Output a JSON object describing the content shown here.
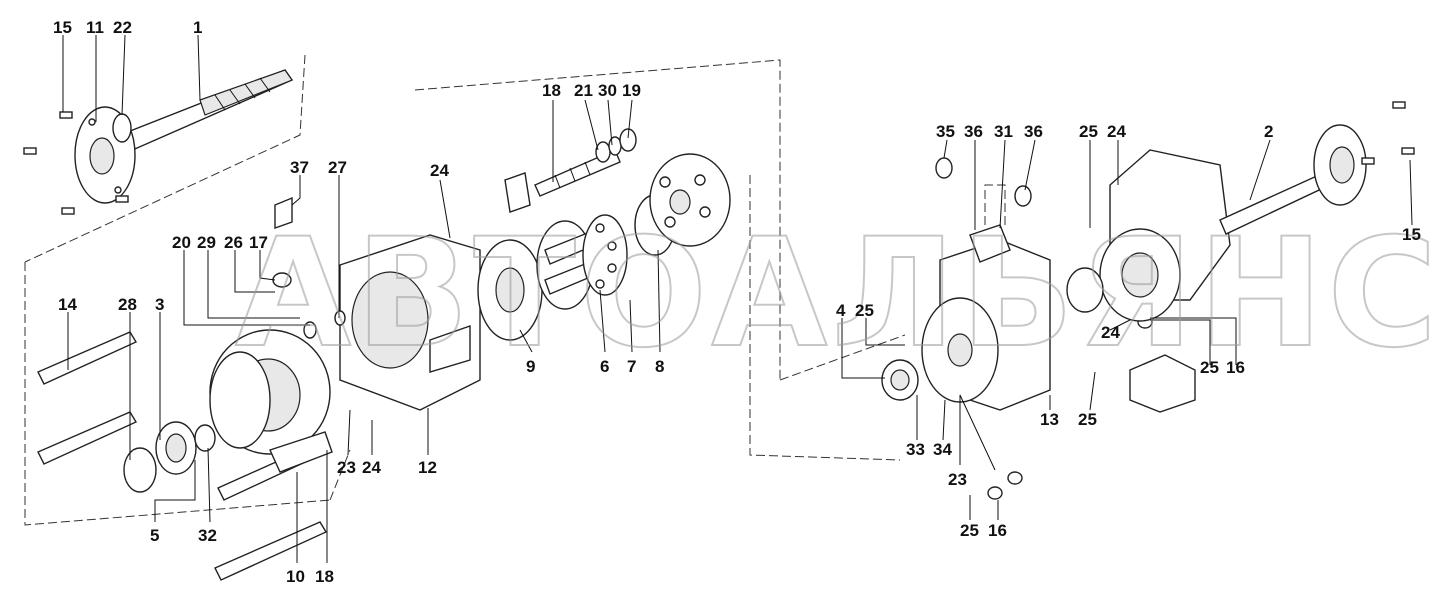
{
  "watermark": {
    "text": "АВТОАЛЬЯНС"
  },
  "callouts": [
    {
      "id": "c-15a",
      "text": "15"
    },
    {
      "id": "c-11",
      "text": "11"
    },
    {
      "id": "c-22",
      "text": "22"
    },
    {
      "id": "c-1",
      "text": "1"
    },
    {
      "id": "c-37",
      "text": "37"
    },
    {
      "id": "c-27",
      "text": "27"
    },
    {
      "id": "c-20",
      "text": "20"
    },
    {
      "id": "c-29",
      "text": "29"
    },
    {
      "id": "c-26",
      "text": "26"
    },
    {
      "id": "c-17",
      "text": "17"
    },
    {
      "id": "c-14",
      "text": "14"
    },
    {
      "id": "c-28",
      "text": "28"
    },
    {
      "id": "c-3",
      "text": "3"
    },
    {
      "id": "c-5",
      "text": "5"
    },
    {
      "id": "c-32",
      "text": "32"
    },
    {
      "id": "c-10",
      "text": "10"
    },
    {
      "id": "c-18a",
      "text": "18"
    },
    {
      "id": "c-23a",
      "text": "23"
    },
    {
      "id": "c-24a",
      "text": "24"
    },
    {
      "id": "c-12",
      "text": "12"
    },
    {
      "id": "c-24b",
      "text": "24"
    },
    {
      "id": "c-18b",
      "text": "18"
    },
    {
      "id": "c-21",
      "text": "21"
    },
    {
      "id": "c-30",
      "text": "30"
    },
    {
      "id": "c-19",
      "text": "19"
    },
    {
      "id": "c-9",
      "text": "9"
    },
    {
      "id": "c-6",
      "text": "6"
    },
    {
      "id": "c-7",
      "text": "7"
    },
    {
      "id": "c-8",
      "text": "8"
    },
    {
      "id": "c-35",
      "text": "35"
    },
    {
      "id": "c-36a",
      "text": "36"
    },
    {
      "id": "c-31",
      "text": "31"
    },
    {
      "id": "c-36b",
      "text": "36"
    },
    {
      "id": "c-25a",
      "text": "25"
    },
    {
      "id": "c-24c",
      "text": "24"
    },
    {
      "id": "c-2",
      "text": "2"
    },
    {
      "id": "c-15b",
      "text": "15"
    },
    {
      "id": "c-4",
      "text": "4"
    },
    {
      "id": "c-25b",
      "text": "25"
    },
    {
      "id": "c-24d",
      "text": "24"
    },
    {
      "id": "c-25c",
      "text": "25"
    },
    {
      "id": "c-16a",
      "text": "16"
    },
    {
      "id": "c-13",
      "text": "13"
    },
    {
      "id": "c-25d",
      "text": "25"
    },
    {
      "id": "c-33",
      "text": "33"
    },
    {
      "id": "c-34",
      "text": "34"
    },
    {
      "id": "c-23b",
      "text": "23"
    },
    {
      "id": "c-25e",
      "text": "25"
    },
    {
      "id": "c-16b",
      "text": "16"
    }
  ]
}
